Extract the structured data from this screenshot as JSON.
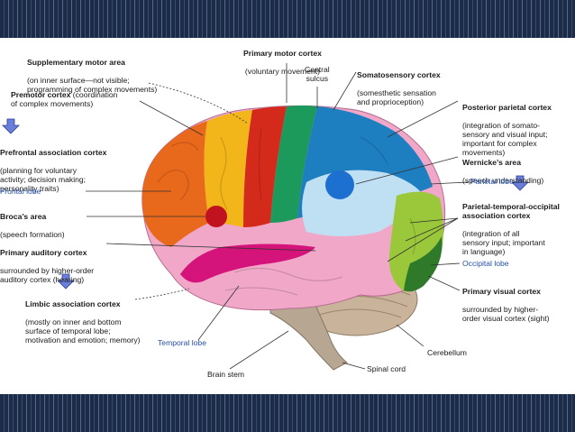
{
  "labels": {
    "supplementary_motor": {
      "title": "Supplementary motor area",
      "desc": "(on inner surface—not visible;\nprogramming of complex movements)"
    },
    "primary_motor": {
      "title": "Primary motor cortex",
      "desc": "(voluntary movement)"
    },
    "central_sulcus": {
      "text": "Central\nsulcus"
    },
    "somatosensory": {
      "title": "Somatosensory cortex",
      "desc": "(somesthetic sensation\nand proprioception)"
    },
    "premotor": {
      "title": "Premotor cortex",
      "desc": " (coordination\nof complex movements)"
    },
    "posterior_parietal": {
      "title": "Posterior parietal cortex",
      "desc": "(integration of somato-\nsensory and visual input;\nimportant for complex\nmovements)"
    },
    "prefrontal": {
      "title": "Prefrontal association cortex",
      "desc": "(planning for voluntary\nactivity; decision making;\npersonality traits)"
    },
    "wernicke": {
      "title": "Wernicke’s area",
      "desc": "(speech understanding)"
    },
    "frontal_lobe": {
      "text": "Frontal lobe"
    },
    "parietal_lobe": {
      "text": "Parietal lobe"
    },
    "parietal_temporal_occipital": {
      "title": "Parietal-temporal-occipital\nassociation cortex",
      "desc": "(integration of all\nsensory input; important\nin language)"
    },
    "broca": {
      "title": "Broca’s area",
      "desc": "(speech formation)"
    },
    "primary_auditory": {
      "title": "Primary auditory cortex",
      "desc": "surrounded by higher-order\nauditory cortex (hearing)"
    },
    "occipital_lobe": {
      "text": "Occipital lobe"
    },
    "limbic": {
      "title": "Limbic association cortex",
      "desc": "(mostly on inner and bottom\nsurface of temporal lobe;\nmotivation and emotion; memory)"
    },
    "primary_visual": {
      "title": "Primary visual cortex",
      "desc": "surrounded by higher-\norder visual cortex (sight)"
    },
    "temporal_lobe": {
      "text": "Temporal lobe"
    },
    "cerebellum": {
      "text": "Cerebellum"
    },
    "spinal_cord": {
      "text": "Spinal cord"
    },
    "brain_stem": {
      "text": "Brain stem"
    }
  },
  "colors": {
    "prefrontal": "#e8681c",
    "premotor": "#f2b51a",
    "primary_motor": "#d42a1c",
    "somatosensory": "#1c9a5c",
    "posterior_parietal": "#1e7fc0",
    "wernicke": "#1d6fd0",
    "pto_association": "#9ac83a",
    "primary_visual": "#2f7a2a",
    "temporal": "#f0a7c8",
    "auditory_border": "#d4147a",
    "cerebellum": "#c9b39a",
    "brainstem": "#b6a692",
    "arrow": "#6a7fd8"
  }
}
